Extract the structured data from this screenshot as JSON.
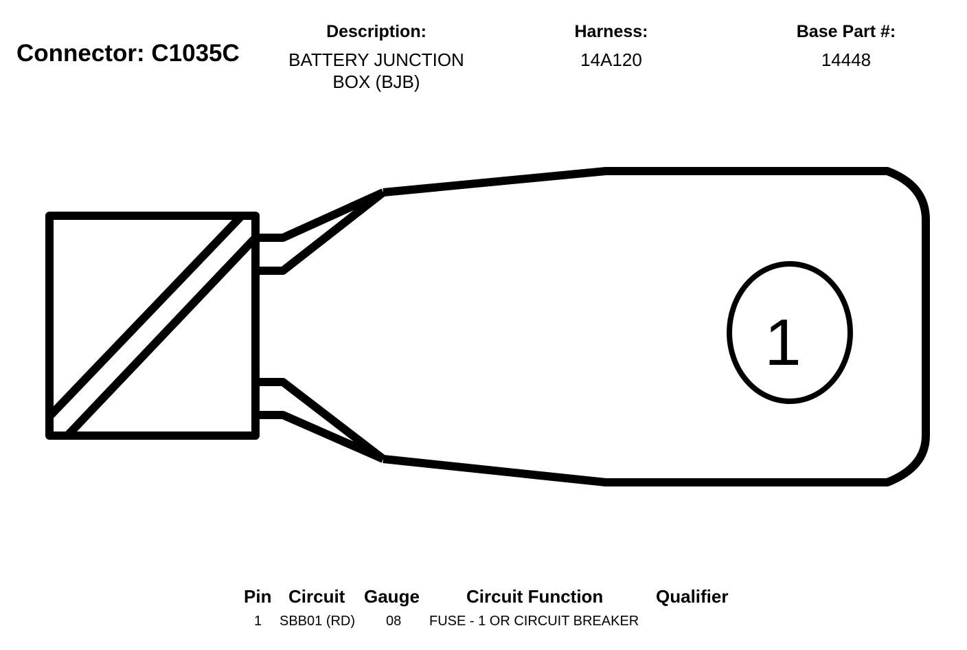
{
  "header": {
    "connector_title": "Connector: C1035C",
    "description_label": "Description:",
    "description_line1": "BATTERY JUNCTION",
    "description_line2": "BOX (BJB)",
    "harness_label": "Harness:",
    "harness_value": "14A120",
    "base_part_label": "Base Part #:",
    "base_part_value": "14448"
  },
  "diagram": {
    "pin_number": "1",
    "stroke_color": "#000000"
  },
  "table": {
    "columns": [
      "Pin",
      "Circuit",
      "Gauge",
      "Circuit Function",
      "Qualifier"
    ],
    "rows": [
      {
        "pin": "1",
        "circuit": "SBB01 (RD)",
        "gauge": "08",
        "function": "FUSE - 1 OR CIRCUIT BREAKER",
        "qualifier": ""
      }
    ]
  }
}
